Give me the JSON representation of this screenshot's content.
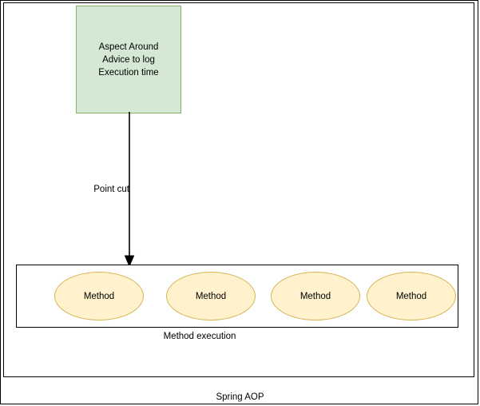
{
  "diagram": {
    "title": "Spring AOP",
    "aspect": {
      "label": "Aspect Around\nAdvice to log\nExecution time",
      "fill_color": "#d5e8d4",
      "stroke_color": "#82b366"
    },
    "connector": {
      "label": "Point cut",
      "stroke_color": "#000000",
      "arrow_direction": "down"
    },
    "execution": {
      "caption": "Method execution",
      "stroke_color": "#000000",
      "methods": [
        {
          "label": "Method"
        },
        {
          "label": "Method"
        },
        {
          "label": "Method"
        },
        {
          "label": "Method"
        }
      ],
      "method_fill_color": "#fff2cc",
      "method_stroke_color": "#d6b656"
    },
    "frame": {
      "border_color": "#000000",
      "background_color": "#ffffff"
    }
  }
}
